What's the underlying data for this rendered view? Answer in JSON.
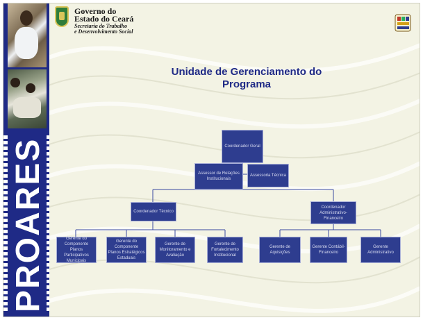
{
  "sidebar": {
    "vertical_text": "PROARES"
  },
  "header": {
    "line1": "Governo do",
    "line2": "Estado do Ceará",
    "line3": "Secretaria do Trabalho",
    "line4": "e Desenvolvimento Social"
  },
  "title": {
    "line1": "Unidade de Gerenciamento do",
    "line2": "Programa"
  },
  "org": {
    "general": "Coordenador Geral",
    "advisor_relations": "Assessor de Relações Institucionais",
    "technical_advisory": "Assessoria Técnica",
    "technical_coord": "Coordenador Técnico",
    "admin_coord": "Coordenador Administrativo-Financeiro",
    "tech_managers": [
      "Gerente do Componente Planos Participativos Municipais",
      "Gerente do Componente Planos Estratégicos Estaduais",
      "Gerente de Monitoramento e Avaliação",
      "Gerente de Fortalecimento Institucional"
    ],
    "admin_managers": [
      "Gerente de Aquisições",
      "Gerente Contábil-Financeiro",
      "Gerente Administrativo"
    ]
  },
  "colors": {
    "sidebar": "#1f2a86",
    "box": "#2e3d8f",
    "title": "#1f2a86",
    "background": "#f3f3e4"
  }
}
